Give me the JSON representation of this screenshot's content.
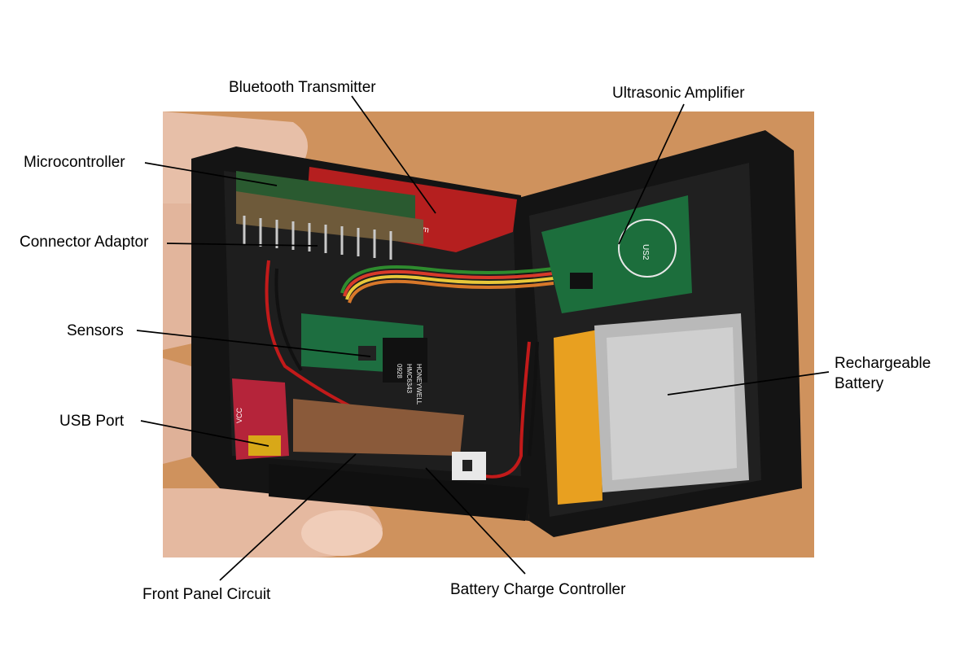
{
  "labels": {
    "bluetooth_transmitter": "Bluetooth Transmitter",
    "ultrasonic_amplifier": "Ultrasonic Amplifier",
    "microcontroller": "Microcontroller",
    "connector_adaptor": "Connector Adaptor",
    "sensors": "Sensors",
    "usb_port": "USB Port",
    "front_panel_circuit": "Front Panel Circuit",
    "battery_charge_controller": "Battery Charge Controller",
    "rechargeable_battery_line1": "Rechargeable",
    "rechargeable_battery_line2": "Battery"
  },
  "photo": {
    "chip_text_honeywell": "HONEYWELL",
    "chip_text_model": "HMC6343",
    "chip_text_code": "0928",
    "board_text_us2": "US2",
    "board_text_com": ".com",
    "board_text_vcc": "VCC"
  }
}
